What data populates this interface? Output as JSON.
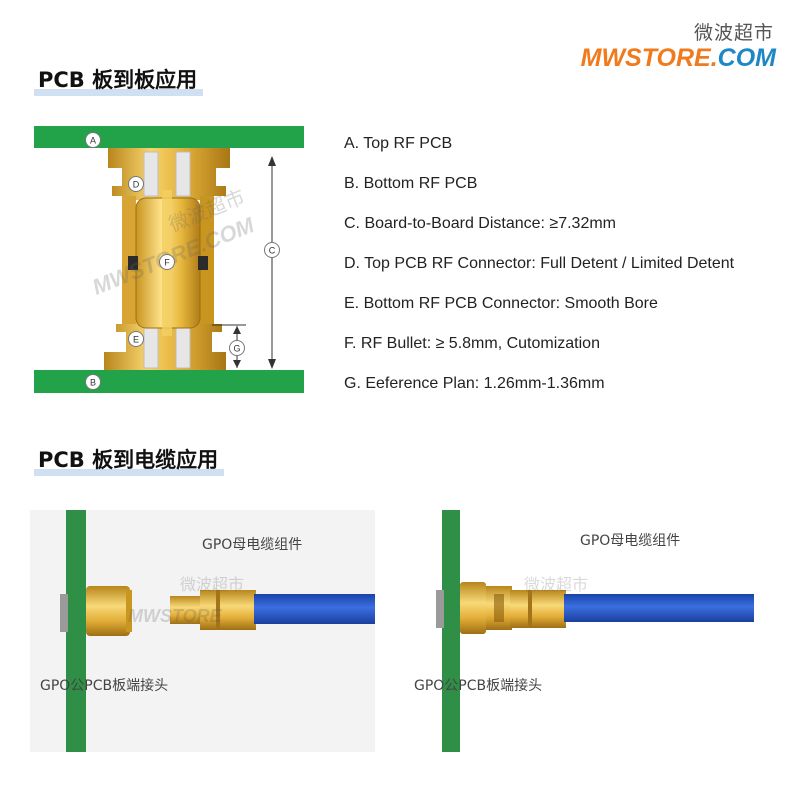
{
  "logo": {
    "cn": "微波超市",
    "mw": "MWSTORE",
    "dot": ".",
    "com": "COM"
  },
  "section1": {
    "title": "PCB 板到板应用"
  },
  "section2": {
    "title": "PCB 板到电缆应用"
  },
  "diagram": {
    "markers": {
      "a": "A",
      "b": "B",
      "c": "C",
      "d": "D",
      "e": "E",
      "f": "F",
      "g": "G"
    },
    "watermark_cn": "微波超市",
    "watermark_en": "MWSTORE.COM"
  },
  "legend": [
    "A. Top RF PCB",
    "B. Bottom RF PCB",
    "C. Board-to-Board Distance: ≥7.32mm",
    "D. Top PCB RF Connector: Full Detent / Limited Detent",
    "E. Bottom RF PCB Connector: Smooth Bore",
    "F. RF Bullet: ≥ 5.8mm, Cutomization",
    "G. Eeference Plan: 1.26mm-1.36mm"
  ],
  "cable_left": {
    "cable_label": "GPO母电缆组件",
    "pcb_label": "GPO公PCB板端接头",
    "watermark_cn": "微波超市",
    "watermark_en": "MWSTORE"
  },
  "cable_right": {
    "cable_label": "GPO母电缆组件",
    "pcb_label": "GPO公PCB板端接头",
    "watermark_cn": "微波超市"
  },
  "colors": {
    "pcb_green": "#23a349",
    "gold": "#e6b33c",
    "gold_dark": "#b8861c",
    "cable_blue": "#1f4fbf",
    "insulator": "#e6e6e6",
    "logo_orange": "#f07a1c",
    "logo_blue": "#1e88c7"
  }
}
